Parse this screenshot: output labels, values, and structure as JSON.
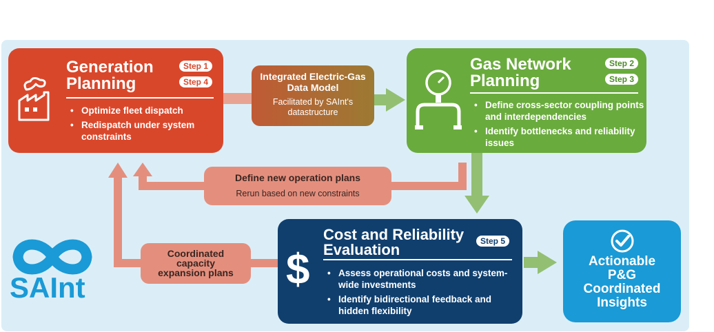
{
  "generation": {
    "title_line1": "Generation",
    "title_line2": "Planning",
    "steps": [
      "Step 1",
      "Step 4"
    ],
    "bullets": [
      "Optimize fleet dispatch",
      "Redispatch under system constraints"
    ]
  },
  "data_model": {
    "title": "Integrated Electric-Gas Data Model",
    "subtitle": "Facilitated by SAInt's datastructure"
  },
  "gas": {
    "title_line1": "Gas Network",
    "title_line2": "Planning",
    "steps": [
      "Step 2",
      "Step 3"
    ],
    "bullets": [
      "Define cross-sector coupling points and interdependencies",
      "Identify bottlenecks and reliability issues"
    ]
  },
  "new_plans": {
    "title": "Define new operation plans",
    "subtitle": "Rerun based on new constraints"
  },
  "capacity": {
    "line1": "Coordinated",
    "line2": "capacity",
    "line3": "expansion plans"
  },
  "cost": {
    "title_line1": "Cost and Reliability",
    "title_line2": "Evaluation",
    "step": "Step 5",
    "bullets": [
      "Assess operational costs and system-wide investments",
      "Identify bidirectional feedback and hidden flexibility"
    ]
  },
  "actionable": {
    "line1": "Actionable",
    "line2": "P&G",
    "line3": "Coordinated",
    "line4": "Insights"
  },
  "logo": {
    "text": "SAInt"
  },
  "colors": {
    "generation": "#d9472b",
    "gas": "#6aab3d",
    "cost": "#103f6e",
    "actionable": "#1a9ad6",
    "feedback": "#e48f7e",
    "panel": "#dbeef7"
  }
}
